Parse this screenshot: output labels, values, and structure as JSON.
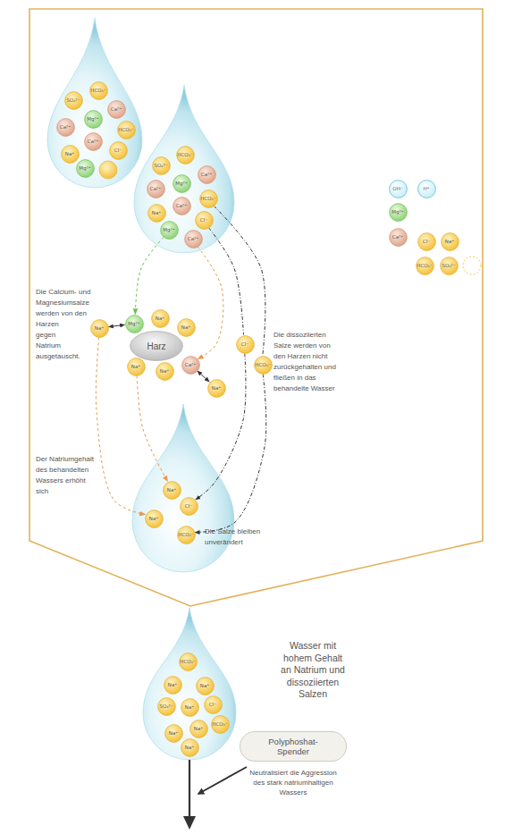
{
  "diagram": {
    "nodes": [
      {
        "text": [
          "SO₄²⁻"
        ]
      },
      {
        "text": [
          "HCO₃⁻"
        ]
      },
      {
        "text": [
          "Ca²⁺"
        ]
      },
      {
        "text": [
          "Ca²⁺"
        ]
      },
      {
        "text": [
          "Mg²⁺"
        ]
      },
      {
        "text": [
          "HCO₃⁻"
        ]
      },
      {
        "text": [
          "Ca²⁺"
        ]
      },
      {
        "text": [
          "Na⁺"
        ]
      },
      {
        "text": [
          "Cl⁻"
        ]
      },
      {
        "text": [
          "Mg²⁺"
        ]
      },
      {
        "text": [
          "SO₄²⁻"
        ]
      },
      {
        "text": [
          "HCO₃⁻"
        ]
      },
      {
        "text": [
          "Ca²⁺"
        ]
      },
      {
        "text": [
          "Ca²⁺"
        ]
      },
      {
        "text": [
          "Mg²⁺"
        ]
      },
      {
        "text": [
          "HCO₃⁻"
        ]
      },
      {
        "text": [
          "Na⁺"
        ]
      },
      {
        "text": [
          "Ca²⁺"
        ]
      },
      {
        "text": [
          "Cl⁻"
        ]
      },
      {
        "text": [
          "Mg²⁺"
        ]
      },
      {
        "text": [
          "Ca²⁺"
        ]
      },
      {
        "text": [
          "OH⁻"
        ]
      },
      {
        "text": [
          "H⁺"
        ]
      },
      {
        "text": [
          "Mg²⁺"
        ]
      },
      {
        "text": [
          "Ca²⁺"
        ]
      },
      {
        "text": [
          "Cl⁻"
        ]
      },
      {
        "text": [
          "Na⁺"
        ]
      },
      {
        "text": [
          "HCO₃⁻"
        ]
      },
      {
        "text": [
          "SO₄²⁻"
        ]
      },
      {
        "text": [
          "Na⁺"
        ]
      },
      {
        "text": [
          "Mg²⁺"
        ]
      },
      {
        "text": [
          "Na⁺"
        ]
      },
      {
        "text": [
          "Na⁺"
        ]
      },
      {
        "text": [
          "Harz"
        ]
      },
      {
        "text": [
          "Cl⁻"
        ]
      },
      {
        "text": [
          "Na⁺"
        ]
      },
      {
        "text": [
          "Na⁺"
        ]
      },
      {
        "text": [
          "Ca²⁺"
        ]
      },
      {
        "text": [
          "HCO₃⁻"
        ]
      },
      {
        "text": [
          "Na⁺"
        ]
      },
      {
        "text": [
          "Na⁺"
        ]
      },
      {
        "text": [
          "Cl⁻"
        ]
      },
      {
        "text": [
          "Na⁺"
        ]
      },
      {
        "text": [
          "HCO₃⁻"
        ]
      },
      {
        "text": [
          "HCO₃⁻"
        ]
      },
      {
        "text": [
          "Na⁺"
        ]
      },
      {
        "text": [
          "Na⁺"
        ]
      },
      {
        "text": [
          "SO₄²⁻"
        ]
      },
      {
        "text": [
          "Cl⁻"
        ]
      },
      {
        "text": [
          "Na⁺"
        ]
      },
      {
        "text": [
          "HCO₃⁻"
        ]
      },
      {
        "text": [
          "Na⁺"
        ]
      },
      {
        "text": [
          "Na⁺"
        ]
      },
      {
        "text": [
          "Na⁺"
        ]
      },
      {
        "text": [
          "Polyphoshat- Spender"
        ]
      }
    ],
    "edges": [
      {
        "from": 19,
        "to": 30,
        "arrow": "to"
      },
      {
        "from": 20,
        "to": 37,
        "arrow": "to"
      },
      {
        "from": 29,
        "to": 30,
        "arrow": "both"
      },
      {
        "from": 37,
        "to": 39,
        "arrow": "both"
      },
      {
        "from": 18,
        "to": 34,
        "arrow": "none"
      },
      {
        "from": 34,
        "to": 41,
        "arrow": "to"
      },
      {
        "from": 15,
        "to": 38,
        "arrow": "none"
      },
      {
        "from": 38,
        "to": 43,
        "arrow": "to"
      },
      {
        "from": 29,
        "to": 42,
        "arrow": "to"
      },
      {
        "from": 35,
        "to": 40,
        "arrow": "to"
      }
    ],
    "labels": [
      "Die Calcium- und Magnesiumsalze werden von den Harzen gegen Natrium ausgetauscht.",
      "Die dissoziierten Salze werden von den Harzen nicht zurückgehalten und fließen in das behandelte Wasser",
      "Der Natriumgehalt des behandelten Wassers erhöht sich",
      "Die Salze bleiben unverändert",
      "Wasser mit hohem Gehalt an Natrium und dissoziierten Salzen",
      "Neutralisiert die Aggression des stark natriumhaltigen Wassers"
    ]
  }
}
